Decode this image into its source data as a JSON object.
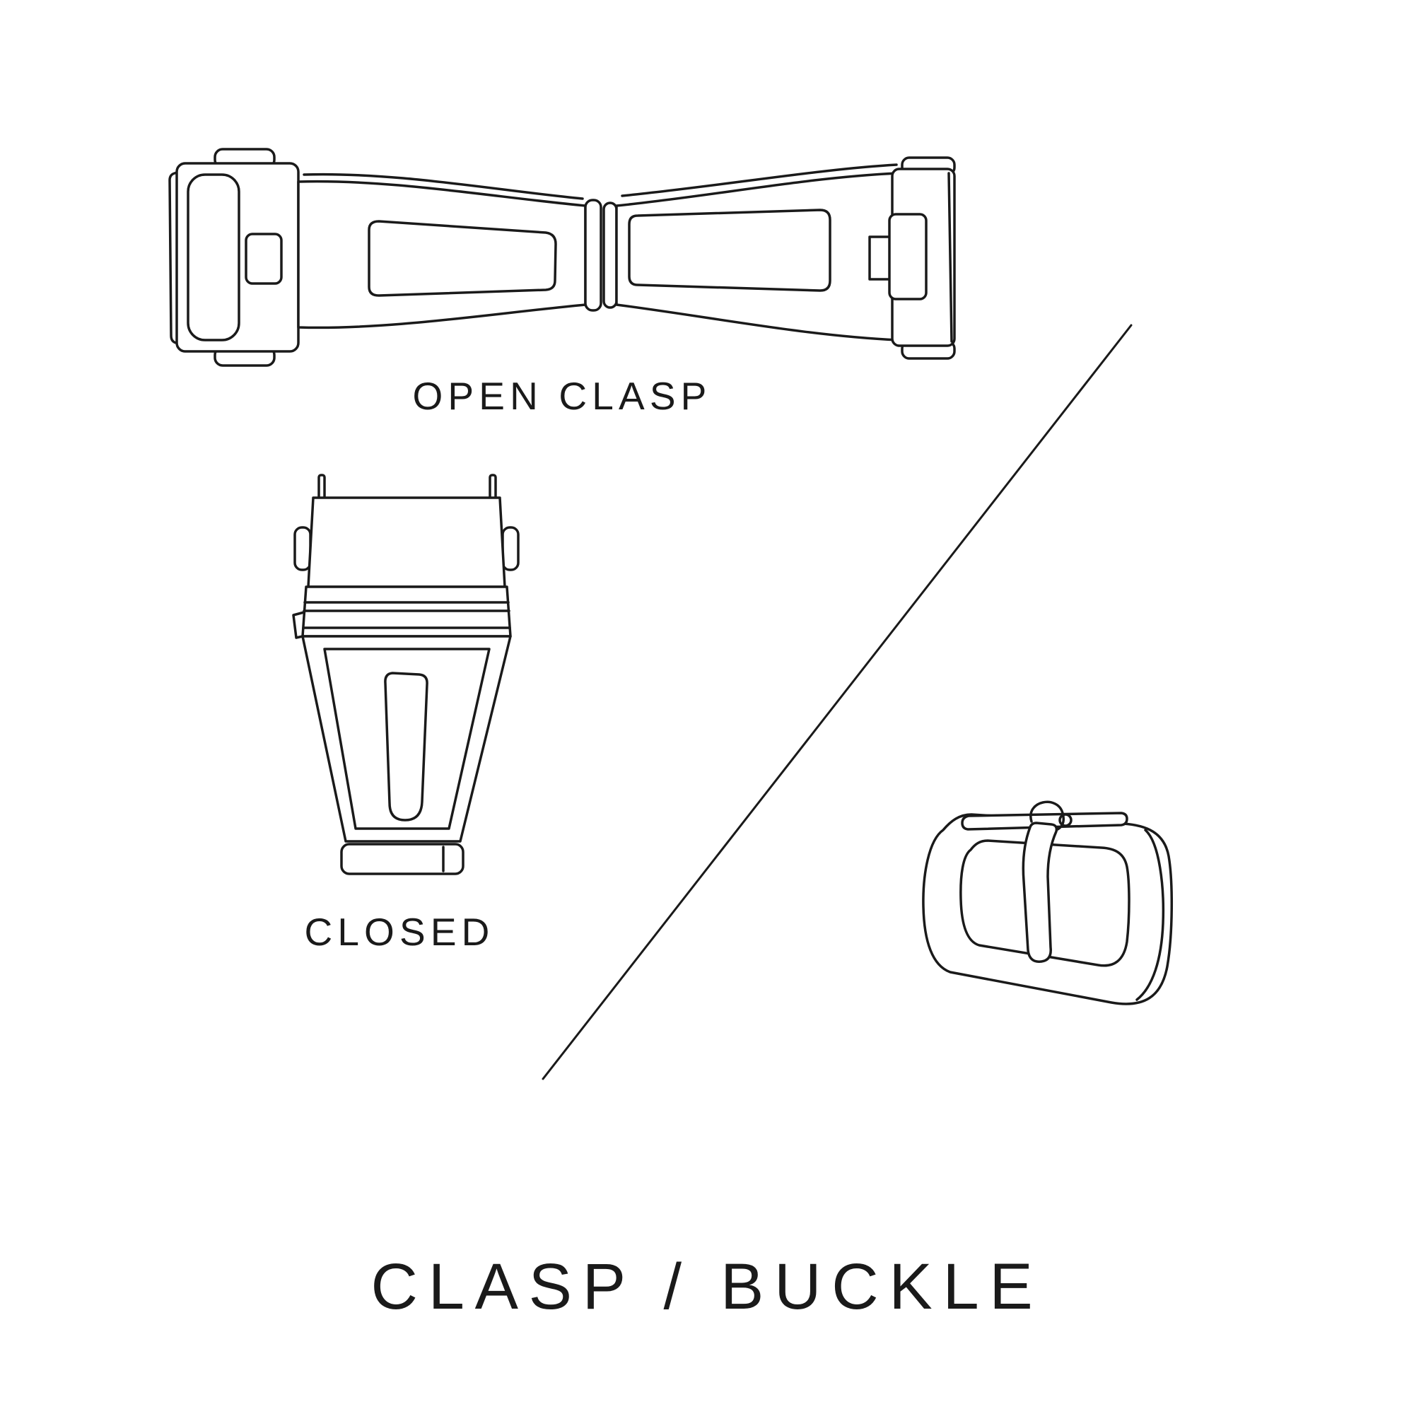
{
  "title": {
    "text": "CLASP / BUCKLE"
  },
  "figures": {
    "open_clasp": {
      "label": "OPEN CLASP",
      "icon": "open-clasp-illustration"
    },
    "closed_clasp": {
      "label": "CLOSED",
      "icon": "closed-clasp-illustration"
    },
    "buckle": {
      "icon": "buckle-illustration"
    }
  },
  "divider": {
    "icon": "diagonal-divider-line"
  },
  "colors": {
    "ink": "#1a1a1a",
    "background": "#ffffff"
  }
}
